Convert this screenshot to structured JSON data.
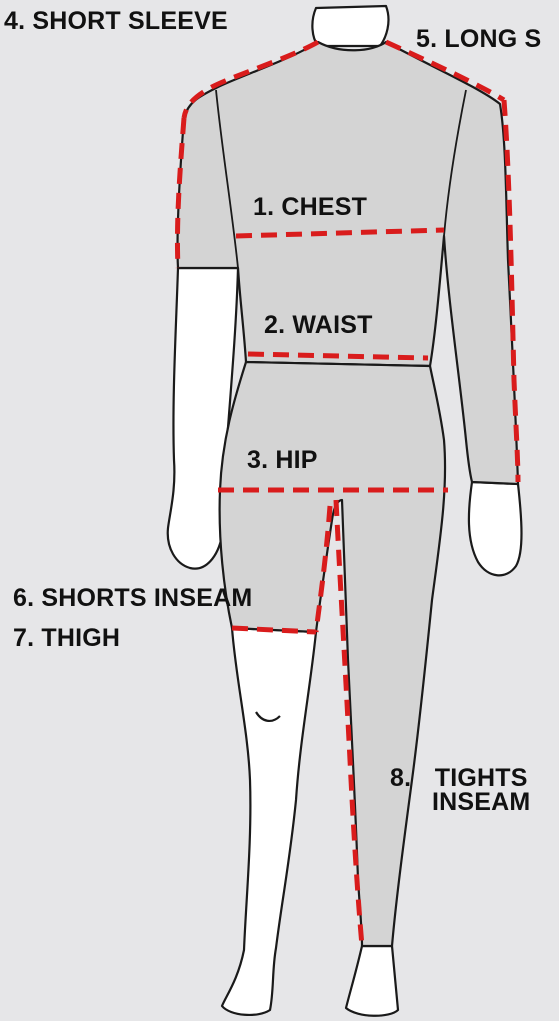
{
  "labels": {
    "short_sleeve": "4. SHORT SLEEVE",
    "long_sleeve": "5. LONG S",
    "chest": "1. CHEST",
    "waist": "2. WAIST",
    "hip": "3. HIP",
    "shorts_inseam": "6. SHORTS INSEAM",
    "thigh": "7. THIGH",
    "tights_number": "8.",
    "tights_line1": "TIGHTS",
    "tights_line2": "INSEAM"
  },
  "colors": {
    "background": "#e6e6e8",
    "garment_fill": "#d4d4d4",
    "skin_fill": "#ffffff",
    "outline": "#1a1a1a",
    "measure_line": "#d91c1c"
  }
}
